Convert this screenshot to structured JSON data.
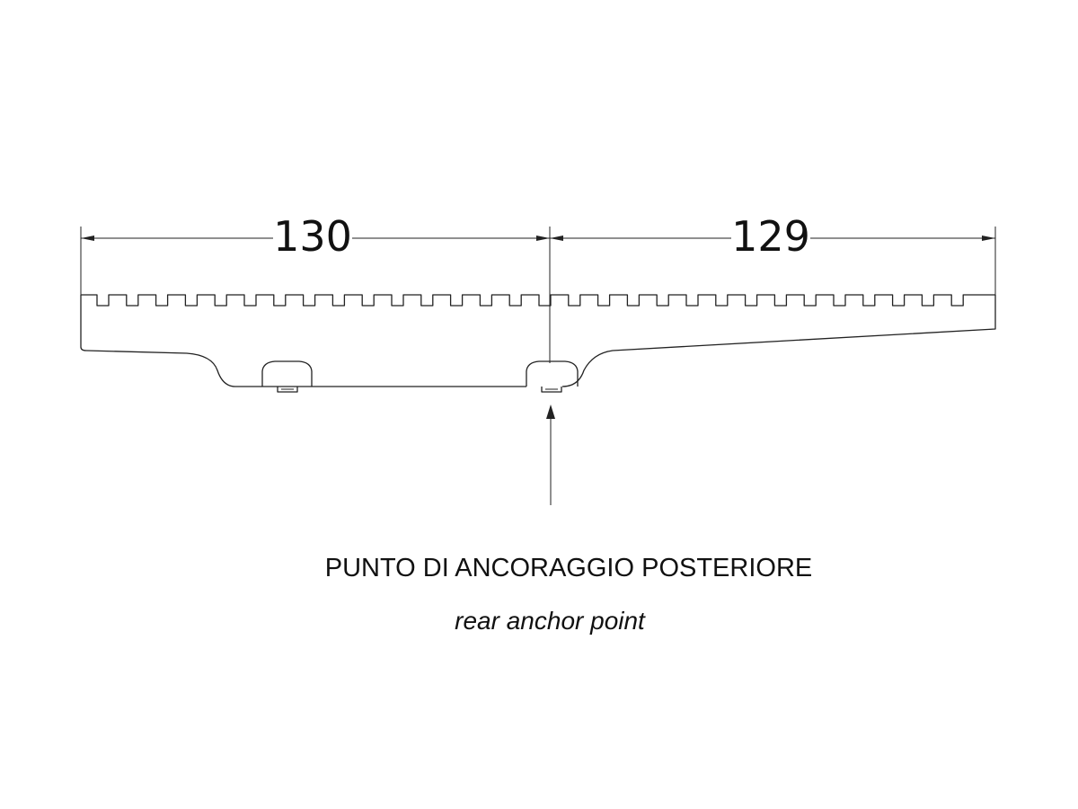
{
  "dimensions": {
    "left": "130",
    "right": "129"
  },
  "callout": {
    "label_it": "PUNTO DI ANCORAGGIO POSTERIORE",
    "label_en": "rear anchor point"
  },
  "colors": {
    "line": "#222222",
    "text": "#111111",
    "background": "#ffffff"
  }
}
